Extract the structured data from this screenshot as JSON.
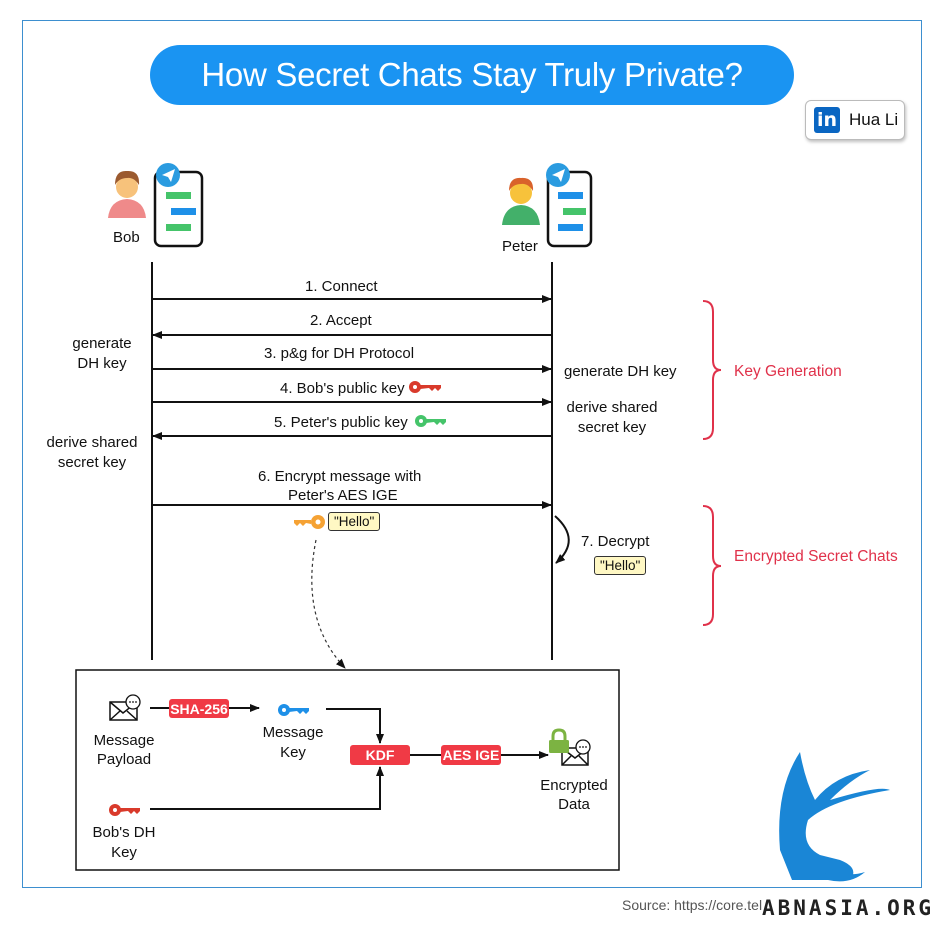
{
  "title": "How Secret Chats Stay Truly Private?",
  "author_badge": {
    "network_icon": "linkedin-icon",
    "network_glyph": "in",
    "name": "Hua Li"
  },
  "participants": {
    "left": {
      "name": "Bob",
      "avatar_icon": "male-user-pink-shirt-icon",
      "app_icon": "telegram-icon"
    },
    "right": {
      "name": "Peter",
      "avatar_icon": "male-user-green-shirt-icon",
      "app_icon": "telegram-icon"
    }
  },
  "messages": [
    {
      "label": "1. Connect",
      "direction": "bob-to-peter"
    },
    {
      "label": "2. Accept",
      "direction": "peter-to-bob"
    },
    {
      "label": "3. p&g for DH Protocol",
      "direction": "bob-to-peter"
    },
    {
      "label": "4. Bob's public key",
      "direction": "bob-to-peter",
      "icon": "red-key-icon"
    },
    {
      "label": "5. Peter's public key",
      "direction": "peter-to-bob",
      "icon": "green-key-icon"
    },
    {
      "label_line1": "6. Encrypt message with",
      "label_line2": "Peter's AES IGE",
      "direction": "bob-to-peter"
    },
    {
      "label": "7. Decrypt",
      "direction": "self-peter"
    }
  ],
  "annotations": {
    "bob_generate_line1": "generate",
    "bob_generate_line2": "DH key",
    "bob_derive_line1": "derive shared",
    "bob_derive_line2": "secret key",
    "peter_generate": "generate DH key",
    "peter_derive_line1": "derive shared",
    "peter_derive_line2": "secret key",
    "encrypted_payload": "\"Hello\"",
    "decrypted_payload": "\"Hello\""
  },
  "phases": [
    {
      "label": "Key Generation"
    },
    {
      "label": "Encrypted Secret Chats"
    }
  ],
  "pipeline": {
    "message_payload_line1": "Message",
    "message_payload_line2": "Payload",
    "hash_step": "SHA-256",
    "message_key_line1": "Message",
    "message_key_line2": "Key",
    "kdf_step": "KDF",
    "cipher_step": "AES IGE",
    "encrypted_data_line1": "Encrypted",
    "encrypted_data_line2": "Data",
    "dh_key_line1": "Bob's DH",
    "dh_key_line2": "Key"
  },
  "footer": {
    "source": "Source: https://core.tel",
    "watermark": "ABNASIA.ORG"
  },
  "colors": {
    "title_bg": "#1a94f2",
    "phase_red": "#e0314a",
    "tag_red": "#f03a45",
    "key_red": "#d93a2b",
    "key_green": "#45c46a",
    "key_blue": "#1e90e8",
    "key_orange": "#f5a234",
    "lock_green": "#7cb342",
    "linkedin_blue": "#0a66c2"
  }
}
